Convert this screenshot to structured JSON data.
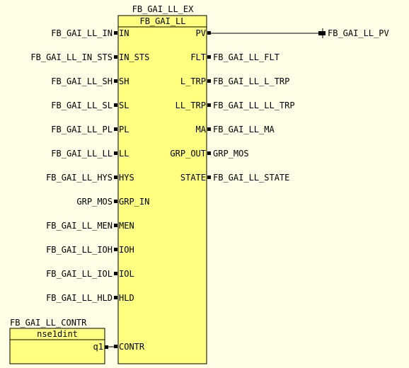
{
  "fb_instance_name": "FB_GAI_LL_EX",
  "fb_type_name": "FB_GAI_LL",
  "inputs": [
    {
      "port": "IN",
      "signal": "FB_GAI_LL_IN"
    },
    {
      "port": "IN_STS",
      "signal": "FB_GAI_LL_IN_STS"
    },
    {
      "port": "SH",
      "signal": "FB_GAI_LL_SH"
    },
    {
      "port": "SL",
      "signal": "FB_GAI_LL_SL"
    },
    {
      "port": "PL",
      "signal": "FB_GAI_LL_PL"
    },
    {
      "port": "LL",
      "signal": "FB_GAI_LL_LL"
    },
    {
      "port": "HYS",
      "signal": "FB_GAI_LL_HYS"
    },
    {
      "port": "GRP_IN",
      "signal": "GRP_MOS"
    },
    {
      "port": "MEN",
      "signal": "FB_GAI_LL_MEN"
    },
    {
      "port": "IOH",
      "signal": "FB_GAI_LL_IOH"
    },
    {
      "port": "IOL",
      "signal": "FB_GAI_LL_IOL"
    },
    {
      "port": "HLD",
      "signal": "FB_GAI_LL_HLD"
    },
    {
      "port": "CONTR",
      "signal": ""
    }
  ],
  "outputs": [
    {
      "port": "PV",
      "signal": "FB_GAI_LL_PV"
    },
    {
      "port": "FLT",
      "signal": "FB_GAI_LL_FLT"
    },
    {
      "port": "L_TRP",
      "signal": "FB_GAI_LL_L_TRP"
    },
    {
      "port": "LL_TRP",
      "signal": "FB_GAI_LL_LL_TRP"
    },
    {
      "port": "MA",
      "signal": "FB_GAI_LL_MA"
    },
    {
      "port": "GRP_OUT",
      "signal": "GRP_MOS"
    },
    {
      "port": "STATE",
      "signal": "FB_GAI_LL_STATE"
    }
  ],
  "contr_block": {
    "instance_name": "FB_GAI_LL_CONTR",
    "type_name": "nse1dint",
    "output_port": "q1"
  },
  "colors": {
    "background": "#fefde6",
    "block_fill": "#ffff80",
    "line": "#000000"
  }
}
